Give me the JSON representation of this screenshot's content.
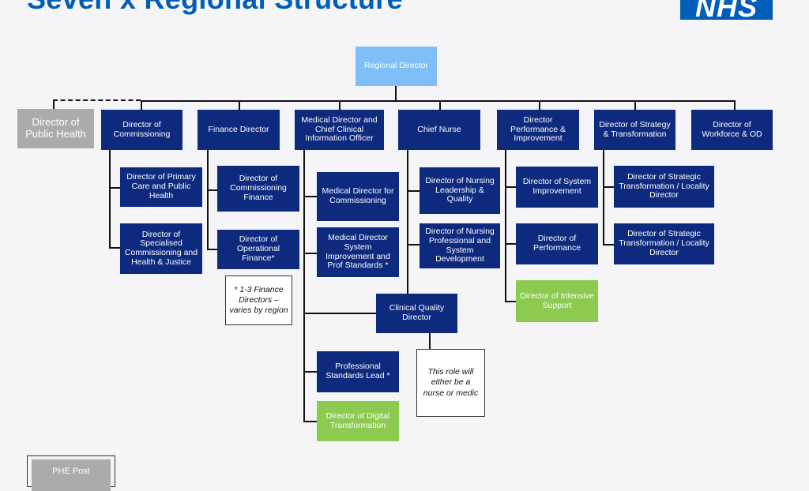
{
  "title": "Seven x Regional Structure",
  "logo_text": "NHS",
  "boxes": {
    "regional_director": "Regional Director",
    "director_public_health": "Director of Public Health",
    "director_commissioning": "Director of Commissioning",
    "finance_director": "Finance Director",
    "medical_director_cio": "Medical Director and Chief Clinical Information Officer",
    "chief_nurse": "Chief Nurse",
    "director_performance_improvement": "Director Performance & Improvement",
    "director_strategy_transformation": "Director of Strategy & Transformation",
    "director_workforce_od": "Director of Workforce & OD",
    "director_primary_care": "Director of Primary Care and Public Health",
    "director_specialised_commissioning": "Director of Specialised Commissioning and Health & Justice",
    "director_commissioning_finance": "Director of Commissioning Finance",
    "director_operational_finance": "Director of Operational Finance*",
    "medical_director_commissioning": "Medical Director for Commissioning",
    "medical_director_system_improvement": "Medical Director System Improvement and Prof Standards *",
    "clinical_quality_director": "Clinical Quality Director",
    "professional_standards_lead": "Professional Standards Lead *",
    "director_digital_transformation": "Director of Digital Transformation",
    "director_nursing_leadership": "Director of Nursing Leadership & Quality",
    "director_nursing_professional": "Director of Nursing Professional and System Development",
    "director_system_improvement": "Director of System Improvement",
    "director_performance": "Director of Performance",
    "director_intensive_support": "Director of Intensive Support",
    "director_strategic_transformation_1": "Director of Strategic Transformation / Locality Director",
    "director_strategic_transformation_2": "Director of Strategic Transformation / Locality Director"
  },
  "notes": {
    "finance_note": "* 1-3 Finance Directors – varies by region",
    "role_note": "This role will either be a nurse or medic"
  },
  "key": {
    "phe_post": "PHE Post"
  },
  "colors": {
    "navy": "#0E2A7E",
    "light_blue": "#7FBFF5",
    "grey": "#ABABAB",
    "green": "#8CCB4F",
    "title_blue": "#005EB8"
  }
}
